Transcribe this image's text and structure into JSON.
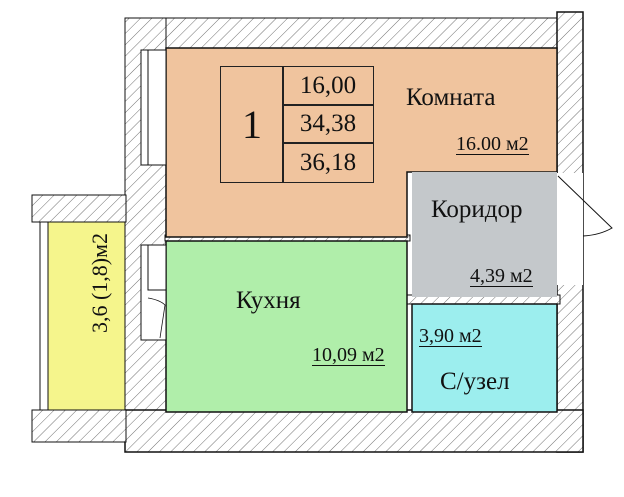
{
  "apartment": {
    "number": "1",
    "living_area": "16,00",
    "total_area": "34,38",
    "total_area_with_balcony": "36,18"
  },
  "rooms": {
    "room": {
      "name": "Комната",
      "area": "16.00 м2",
      "color": "#f0c49e"
    },
    "corridor": {
      "name": "Коридор",
      "area": "4,39 м2",
      "color": "#c4c8cb"
    },
    "kitchen": {
      "name": "Кухня",
      "area": "10,09 м2",
      "color": "#b0eeaa"
    },
    "bathroom": {
      "name": "С/узел",
      "area": "3,90 м2",
      "color": "#9ceeee"
    },
    "balcony": {
      "area": "3,6 (1,8)м2",
      "color": "#f5f58c"
    }
  }
}
